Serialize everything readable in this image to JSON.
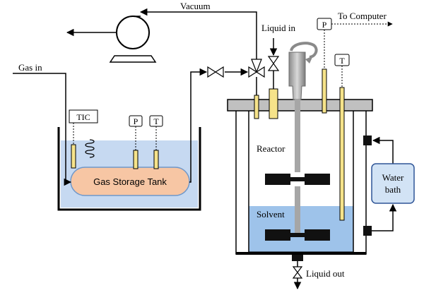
{
  "labels": {
    "vacuum": "Vacuum",
    "to_computer": "To Computer",
    "liquid_in": "Liquid in",
    "gas_in": "Gas in",
    "tic": "TIC",
    "p": "P",
    "t": "T",
    "gas_storage_tank": "Gas Storage Tank",
    "reactor": "Reactor",
    "solvent": "Solvent",
    "water_bath_line1": "Water",
    "water_bath_line2": "bath",
    "liquid_out": "Liquid out"
  },
  "colors": {
    "line": "#000000",
    "water": "#c6d9f1",
    "solvent": "#9ec3ea",
    "tank_fill": "#f7c6a4",
    "tank_stroke": "#6f97c9",
    "probe": "#f6e38a",
    "lid": "#c0c0c0",
    "shaft": "#a6a6a6",
    "impeller": "#111111",
    "water_bath_fill": "#d2e3f5",
    "water_bath_stroke": "#2f5597",
    "pump_body": "#ffffff"
  },
  "icons": {
    "pump": "vacuum-pump-icon",
    "valve": "valve-icon",
    "coil": "heating-coil-icon",
    "motor": "stirrer-motor-icon"
  }
}
